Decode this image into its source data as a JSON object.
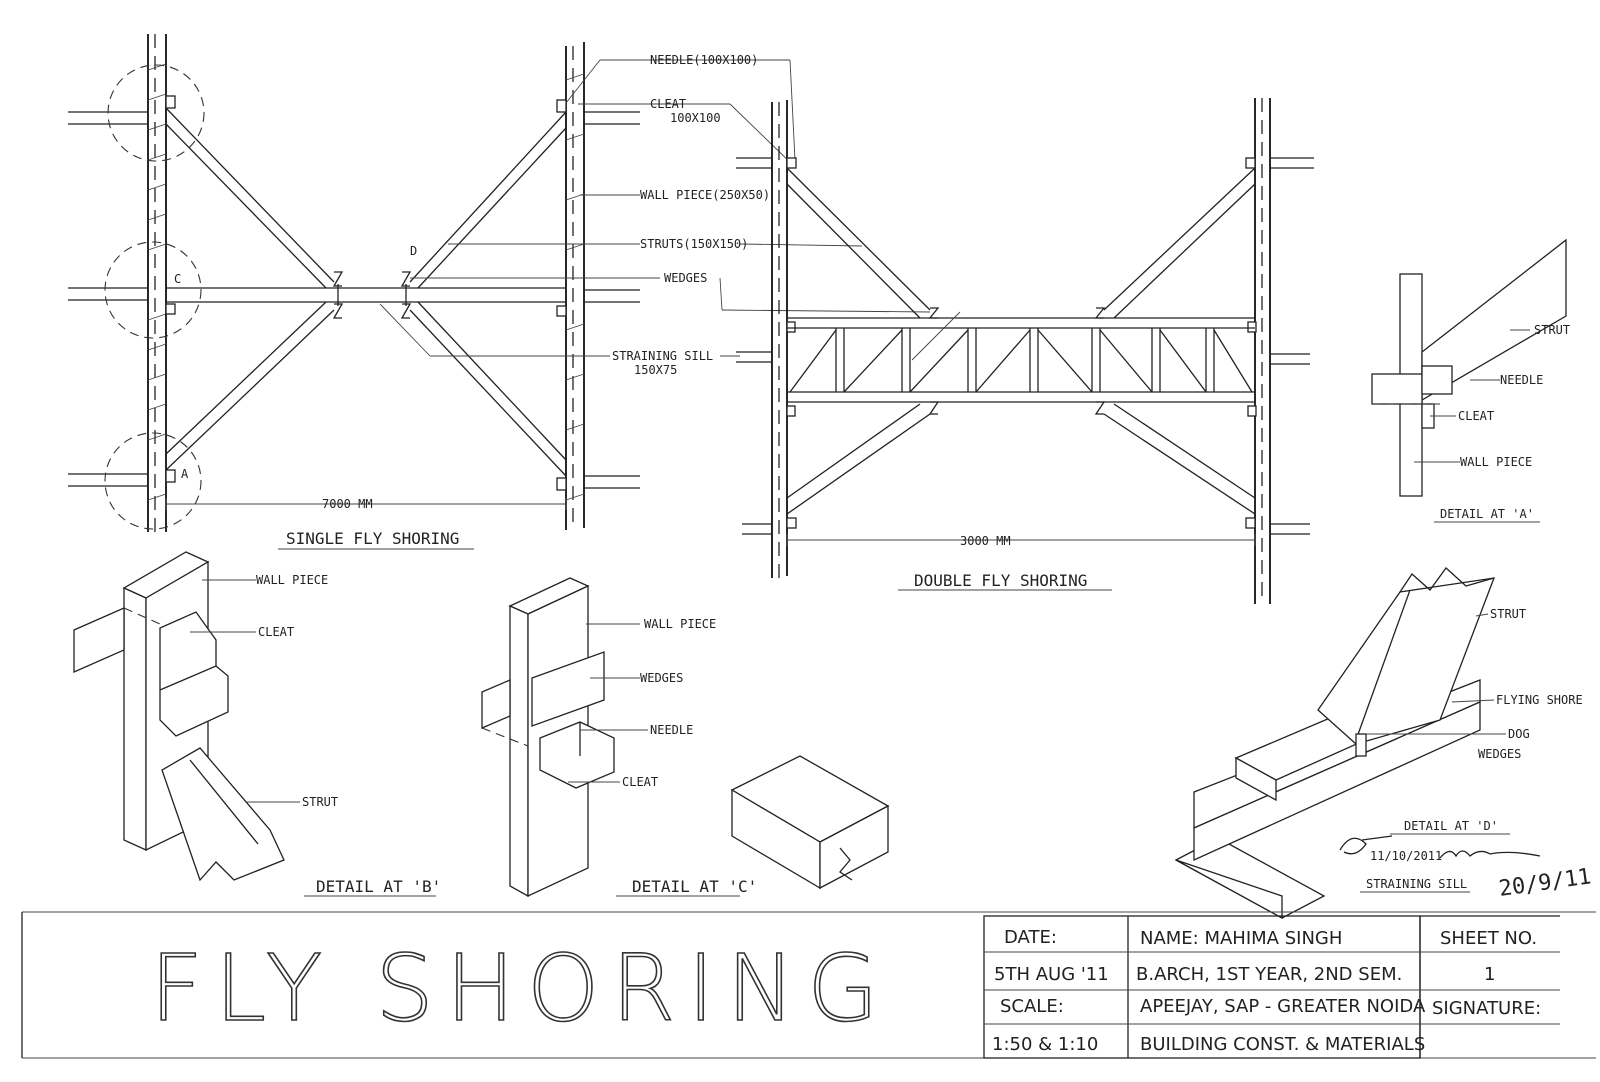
{
  "title": "FLY SHORING",
  "labels": {
    "needle_100": "NEEDLE(100X100)",
    "cleat": "CLEAT",
    "cleat_size": "100X100",
    "wall_piece_size": "WALL PIECE(250X50)",
    "struts_size": "STRUTS(150X150)",
    "wedges": "WEDGES",
    "straining_sill": "STRAINING SILL",
    "straining_sill_size": "150X75",
    "marker_a": "A",
    "marker_c": "C",
    "marker_d": "D",
    "strut": "STRUT",
    "needle": "NEEDLE",
    "cleat_d": "CLEAT",
    "wall_piece": "WALL PIECE",
    "wall_piece_b": "WALL PIECE",
    "cleat_b": "CLEAT",
    "strut_b": "STRUT",
    "wall_piece_c": "WALL PIECE",
    "wedges_c": "WEDGES",
    "needle_c": "NEEDLE",
    "cleat_c": "CLEAT",
    "strut_d": "STRUT",
    "flying_shore": "FLYING SHORE",
    "dog": "DOG",
    "wedges_d": "WEDGES",
    "straining_sill_d": "STRAINING SILL"
  },
  "dimensions": {
    "single": "7000 MM",
    "double": "3000 MM"
  },
  "captions": {
    "single_fly": "SINGLE FLY SHORING",
    "double_fly": "DOUBLE FLY SHORING",
    "detail_a": "DETAIL AT 'A'",
    "detail_b": "DETAIL AT 'B'",
    "detail_c": "DETAIL AT 'C'",
    "detail_d": "DETAIL AT 'D'"
  },
  "signature_note": "11/10/2011",
  "signature_date": "20/9/11",
  "title_block": {
    "date_label": "DATE:",
    "date_value": "5TH AUG '11",
    "scale_label": "SCALE:",
    "scale_value": "1:50 & 1:10",
    "name": "NAME: MAHIMA SINGH",
    "course": "B.ARCH, 1ST YEAR, 2ND SEM.",
    "institute": "APEEJAY, SAP - GREATER NOIDA",
    "subject": "BUILDING CONST. & MATERIALS",
    "sheet_label": "SHEET NO.",
    "sheet_value": "1",
    "signature_label": "SIGNATURE:"
  }
}
